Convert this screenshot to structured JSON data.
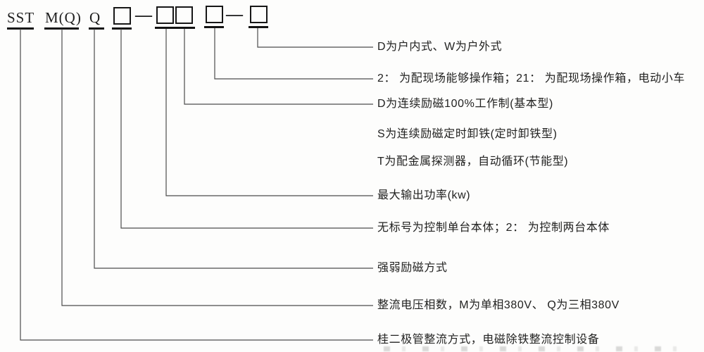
{
  "code_row": {
    "prefix": "SST",
    "phase_code": "M(Q)",
    "excitation_code": "Q",
    "dash1": "—",
    "dash2": "—"
  },
  "labels": [
    {
      "id": "enclosure",
      "text": "D为户内式、W为户外式"
    },
    {
      "id": "control_box",
      "text": "2： 为配现场能够操作箱；21： 为配现场操作箱，电动小车"
    },
    {
      "id": "duty_basic",
      "text": "D为连续励磁100%工作制(基本型)"
    },
    {
      "id": "duty_timed",
      "text": "S为连续励磁定时卸铁(定时卸铁型)"
    },
    {
      "id": "duty_energy",
      "text": "T为配金属探测器，自动循环(节能型)"
    },
    {
      "id": "max_power",
      "text": "最大输出功率(kw)"
    },
    {
      "id": "unit_count",
      "text": "无标号为控制单台本体；2： 为控制两台本体"
    },
    {
      "id": "excitation",
      "text": "强弱励磁方式"
    },
    {
      "id": "phase",
      "text": "整流电压相数，M为单相380V、 Q为三相380V"
    },
    {
      "id": "device_type",
      "text": "桂二极管整流方式，电磁除铁整流控制设备"
    }
  ],
  "colors": {
    "ink": "#1e1e1e",
    "line": "#4d4d4d",
    "background": "#fdfdfc"
  }
}
